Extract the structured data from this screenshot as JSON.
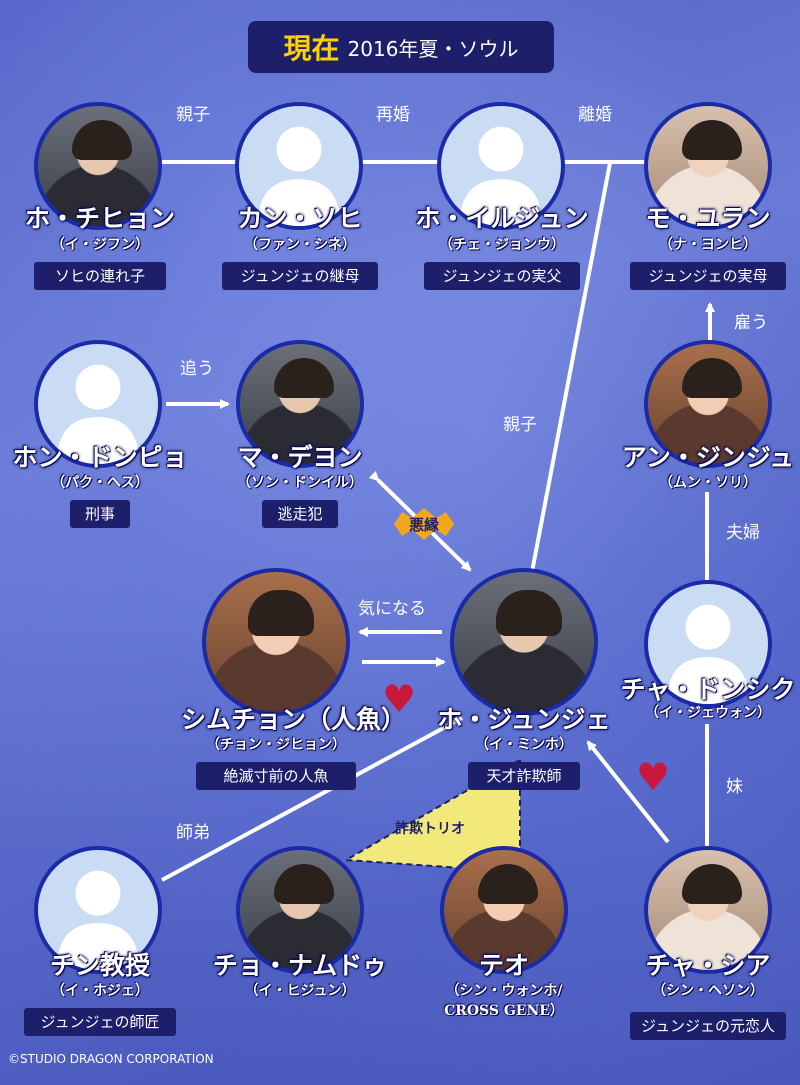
{
  "header": {
    "now": "現在",
    "sub": "2016年夏・ソウル"
  },
  "characters": {
    "chihyon": {
      "name": "ホ・チヒョン",
      "actor": "（イ・ジフン）",
      "role": "ソヒの連れ子"
    },
    "sohi": {
      "name": "カン・ソヒ",
      "actor": "（ファン・シネ）",
      "role": "ジュンジェの継母"
    },
    "iljun": {
      "name": "ホ・イルジュン",
      "actor": "（チェ・ジョンウ）",
      "role": "ジュンジェの実父"
    },
    "yuran": {
      "name": "モ・ユラン",
      "actor": "（ナ・ヨンヒ）",
      "role": "ジュンジェの実母"
    },
    "dongpyo": {
      "name": "ホン・ドンピョ",
      "actor": "（パク・ヘス）",
      "role": "刑事"
    },
    "deyon": {
      "name": "マ・デヨン",
      "actor": "（ソン・ドンイル）",
      "role": "逃走犯"
    },
    "jinju": {
      "name": "アン・ジンジュ",
      "actor": "（ムン・ソリ）"
    },
    "simcheong": {
      "name": "シムチョン（人魚）",
      "actor": "（チョン・ジヒョン）",
      "role": "絶滅寸前の人魚"
    },
    "junjae": {
      "name": "ホ・ジュンジェ",
      "actor": "（イ・ミンホ）",
      "role": "天才詐欺師"
    },
    "dongsik": {
      "name": "チャ・ドンシク",
      "actor": "（イ・ジェウォン）"
    },
    "chin": {
      "name": "チン教授",
      "actor": "（イ・ホジェ）",
      "role": "ジュンジェの師匠"
    },
    "namdu": {
      "name": "チョ・ナムドゥ",
      "actor": "（イ・ヒジュン）"
    },
    "teo": {
      "name": "テオ",
      "actor": "（シン・ウォンホ/",
      "actor2": "CROSS GENE）"
    },
    "sia": {
      "name": "チャ・シア",
      "actor": "（シン・ヘソン）",
      "role": "ジュンジェの元恋人"
    }
  },
  "relations": {
    "oyako1": "親子",
    "saikon": "再婚",
    "rikon": "離婚",
    "yatou": "雇う",
    "ou": "追う",
    "oyako2": "親子",
    "akuen": "悪縁",
    "kininaru": "気になる",
    "fufu": "夫婦",
    "imouto": "妹",
    "teitei": "師弟",
    "trio": "詐欺トリオ"
  },
  "copyright": "©STUDIO DRAGON CORPORATION"
}
